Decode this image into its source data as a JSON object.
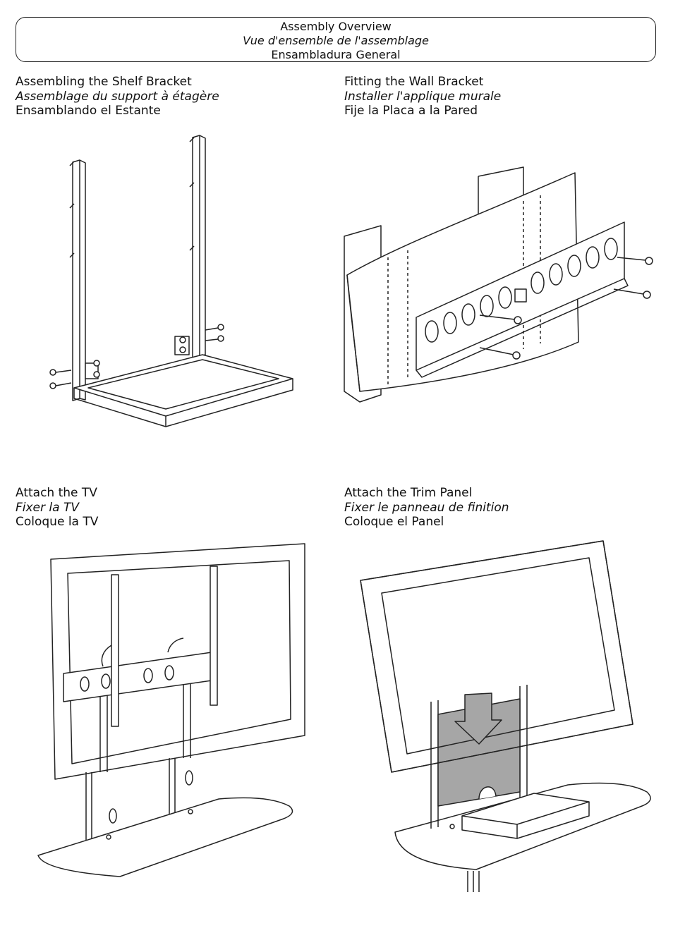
{
  "banner": {
    "line_en": "Assembly Overview",
    "line_fr": "Vue d'ensemble de l'assemblage",
    "line_es": "Ensambladura General"
  },
  "sections": {
    "shelf_bracket": {
      "en": "Assembling the Shelf Bracket",
      "fr": "Assemblage du support à étagère",
      "es": "Ensamblando el Estante"
    },
    "wall_bracket": {
      "en": "Fitting the Wall Bracket",
      "fr": "Installer l'applique murale",
      "es": "Fije la Placa a la Pared"
    },
    "attach_tv": {
      "en": "Attach the TV",
      "fr": "Fixer la TV",
      "es": "Coloque la TV"
    },
    "trim_panel": {
      "en": "Attach the Trim Panel",
      "fr": "Fixer le panneau de finition",
      "es": "Coloque el Panel"
    }
  },
  "colors": {
    "line": "#222222",
    "panel_fill": "#a6a6a6",
    "text": "#111111"
  }
}
